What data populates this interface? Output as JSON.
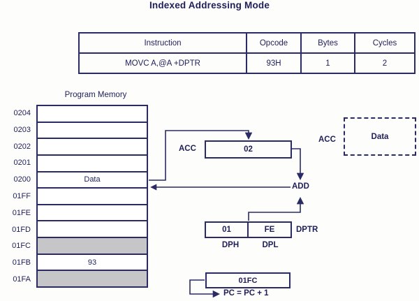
{
  "title": "Indexed Addressing Mode",
  "instruction_table": {
    "headers": [
      "Instruction",
      "Opcode",
      "Bytes",
      "Cycles"
    ],
    "row": [
      "MOVC A,@A +DPTR",
      "93H",
      "1",
      "2"
    ]
  },
  "program_memory": {
    "label": "Program Memory",
    "rows": [
      {
        "address": "0204",
        "value": "",
        "shaded": false
      },
      {
        "address": "0203",
        "value": "",
        "shaded": false
      },
      {
        "address": "0202",
        "value": "",
        "shaded": false
      },
      {
        "address": "0201",
        "value": "",
        "shaded": false
      },
      {
        "address": "0200",
        "value": "Data",
        "shaded": false
      },
      {
        "address": "01FF",
        "value": "",
        "shaded": false
      },
      {
        "address": "01FE",
        "value": "",
        "shaded": false
      },
      {
        "address": "01FD",
        "value": "",
        "shaded": false
      },
      {
        "address": "01FC",
        "value": "",
        "shaded": true
      },
      {
        "address": "01FB",
        "value": "93",
        "shaded": false
      },
      {
        "address": "01FA",
        "value": "",
        "shaded": true
      }
    ]
  },
  "acc_register": {
    "label": "ACC",
    "value": "02"
  },
  "acc_result": {
    "label": "ACC",
    "value": "Data"
  },
  "adder": {
    "label": "ADD"
  },
  "dptr": {
    "label": "DPTR",
    "dph_value": "01",
    "dpl_value": "FE",
    "dph_label": "DPH",
    "dpl_label": "DPL"
  },
  "pc": {
    "value": "01FC",
    "increment_label": "PC = PC + 1"
  },
  "colors": {
    "line": "#2a2a64",
    "text": "#1e1e5a",
    "shaded_row": "#c6c6c9",
    "background": "#fdfdfb"
  }
}
